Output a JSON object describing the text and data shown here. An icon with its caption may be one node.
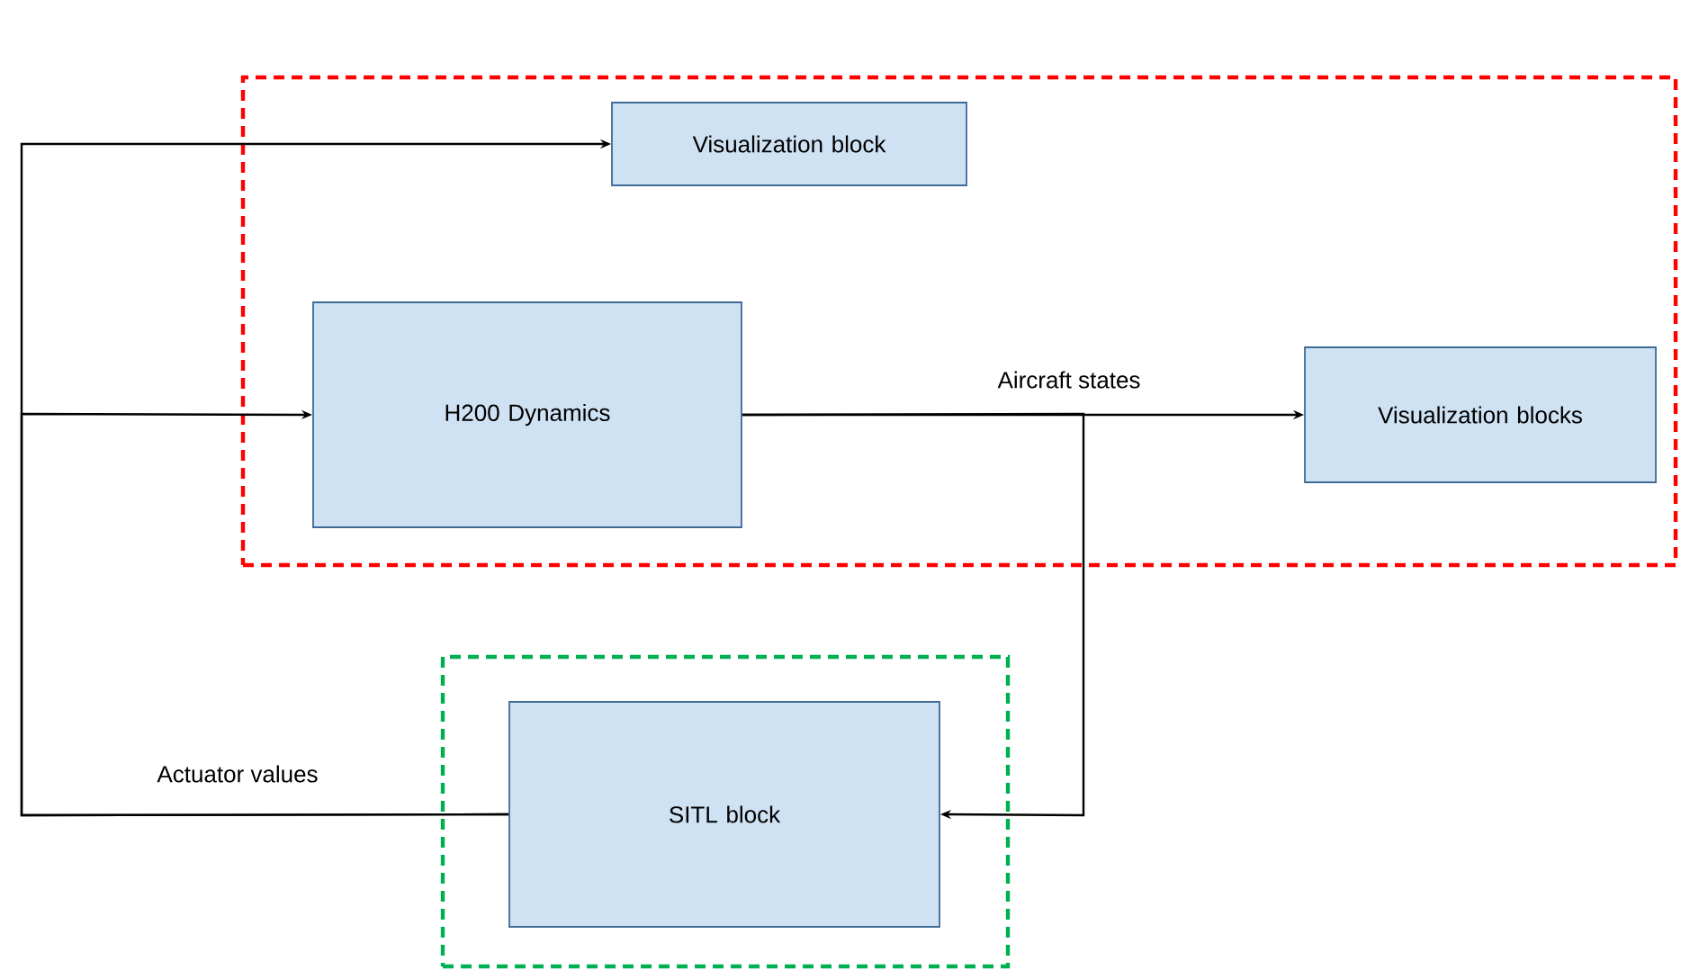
{
  "diagram": {
    "nodes": [
      {
        "text": [],
        "shape": "box"
      },
      {
        "text": [
          "Visualization block"
        ],
        "in": 0
      },
      {
        "text": [
          "H200 Dynamics"
        ],
        "in": 0
      },
      {
        "text": [
          "Visualization blocks"
        ],
        "in": 0
      },
      {
        "text": [],
        "shape": "box"
      },
      {
        "text": [
          "SITL block"
        ],
        "in": 4
      }
    ],
    "edges": [
      {
        "from": 5,
        "to": 1,
        "arrow": "to"
      },
      {
        "from": 5,
        "to": 2,
        "arrow": "to",
        "label": "Actuator values"
      },
      {
        "from": 2,
        "to": 3,
        "arrow": "to",
        "label": "Aircraft states"
      },
      {
        "from": 2,
        "to": 5,
        "arrow": "to"
      }
    ]
  }
}
